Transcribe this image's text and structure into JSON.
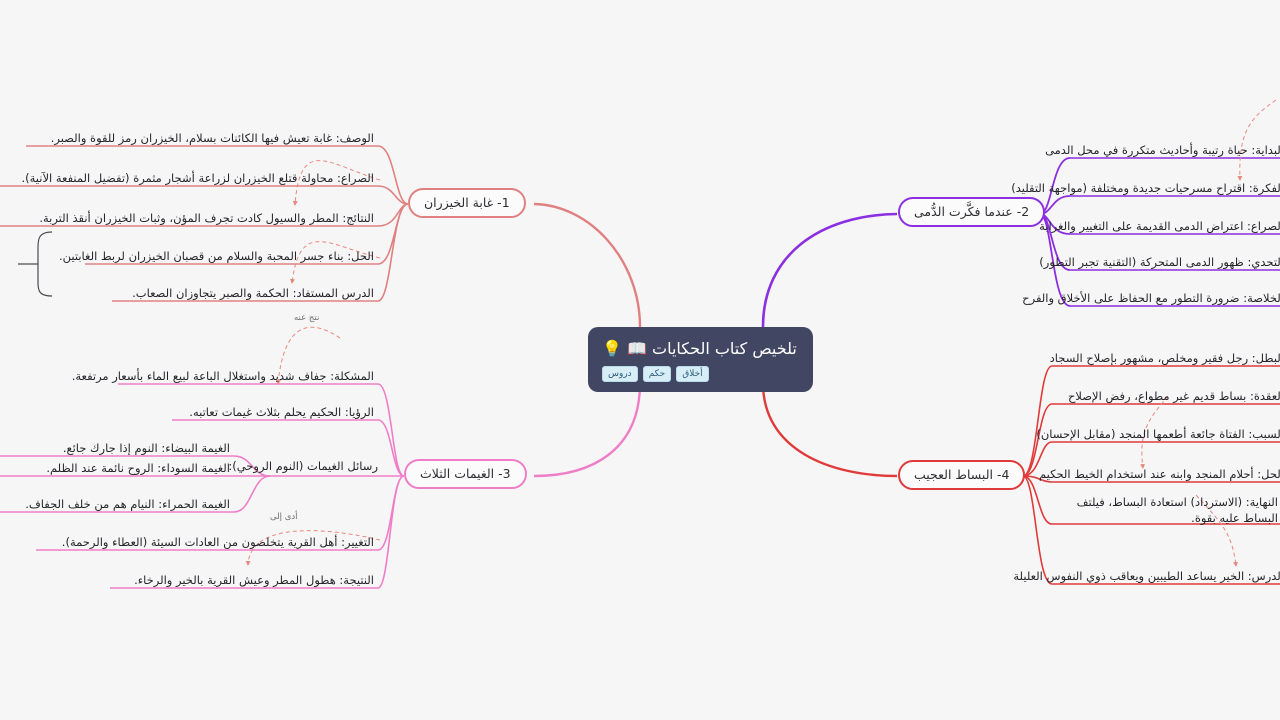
{
  "meta": {
    "background": "#f7f6f6",
    "central_bg": "#414762",
    "colors": {
      "branch1": "#e08080",
      "branch2": "#8b2fe0",
      "branch3": "#ef7ec8",
      "branch4": "#e03a3a",
      "annotation": "#e8897f"
    }
  },
  "central": {
    "title": "تلخيص كتاب الحكايات 📖 💡",
    "tags": [
      "دروس",
      "حكم",
      "أخلاق"
    ]
  },
  "branches": [
    {
      "id": "branch-1",
      "label": "1- غابة الخيزران",
      "color": "#e08080",
      "items": [
        {
          "text": "الوصف: غابة تعيش فيها الكائنات بسلام، الخيزران رمز للقوة والصبر."
        },
        {
          "text": "الصراع: محاولة قتلع الخيزران لزراعة أشجار مثمرة (تفضيل المنفعة الآنية)."
        },
        {
          "text": "النتائج: المطر والسيول كادت تجرف المؤن، وثبات الخيزران أنقذ التربة."
        },
        {
          "text": "الحل: بناء جسر المحبة والسلام من قصبان الخيزران لربط الغابتين."
        },
        {
          "text": "الدرس المستفاد: الحكمة والصبر يتجاوزان الصعاب."
        }
      ]
    },
    {
      "id": "branch-2",
      "label": "2- عندما فكَّرت الدُّمى",
      "color": "#8b2fe0",
      "items": [
        {
          "text": "البداية: حياة رتيبة وأحاديث متكررة في محل الدمى"
        },
        {
          "text": "الفكرة: اقتراح مسرحيات جديدة ومختلفة (مواجهة التقليد)"
        },
        {
          "text": "الصراع: اعتراض الدمى القديمة على التغيير والغرابة"
        },
        {
          "text": "التحدي: ظهور الدمى المتحركة (التقنية تجبر التطور)"
        },
        {
          "text": "الخلاصة: ضرورة التطور مع الحفاظ على الأخلاق والفرح"
        }
      ]
    },
    {
      "id": "branch-3",
      "label": "3- الغيمات الثلاث",
      "color": "#ef7ec8",
      "items": [
        {
          "text": "المشكلة: جفاف شديد واستغلال الباعة لبيع الماء بأسعار مرتفعة."
        },
        {
          "text": "الرؤيا: الحكيم يحلم بثلاث غيمات تعاتبه."
        },
        {
          "text": "الغيمة البيضاء: النوم إذا جارك جائع."
        },
        {
          "text": "الغيمة السوداء: الروح نائمة عند الظلم."
        },
        {
          "text": "الغيمة الحمراء: النيام هم من خلف الجفاف."
        },
        {
          "text": "التغيير: أهل القرية يتخلصون من العادات السيئة (العطاء والرحمة)."
        },
        {
          "text": "النتيجة: هطول المطر وعيش القرية بالخير والرخاء."
        }
      ],
      "sub_label": "رسائل الغيمات (النوم الروحي):"
    },
    {
      "id": "branch-4",
      "label": "4- البساط العجيب",
      "color": "#e03a3a",
      "items": [
        {
          "text": "البطل: رجل فقير ومخلص، مشهور بإصلاح السجاد"
        },
        {
          "text": "العقدة: بساط قديم غير مطواع، رفض الإصلاح"
        },
        {
          "text": "السبب: الفتاة جائعة أطعمها المنجد (مقابل الإحسان)"
        },
        {
          "text": "الحل: أحلام المنجد وابنه عند استخدام الخيط الحكيم"
        },
        {
          "text": "النهاية: (الاسترداد) استعادة البساط، فيلتف البساط عليه بقوة."
        },
        {
          "text": "الدرس: الخير يساعد الطيبين ويعاقب ذوي النفوس العليلة"
        }
      ]
    }
  ],
  "connector_labels": [
    {
      "text": "نتج عنه"
    },
    {
      "text": "أدى إلى"
    }
  ]
}
